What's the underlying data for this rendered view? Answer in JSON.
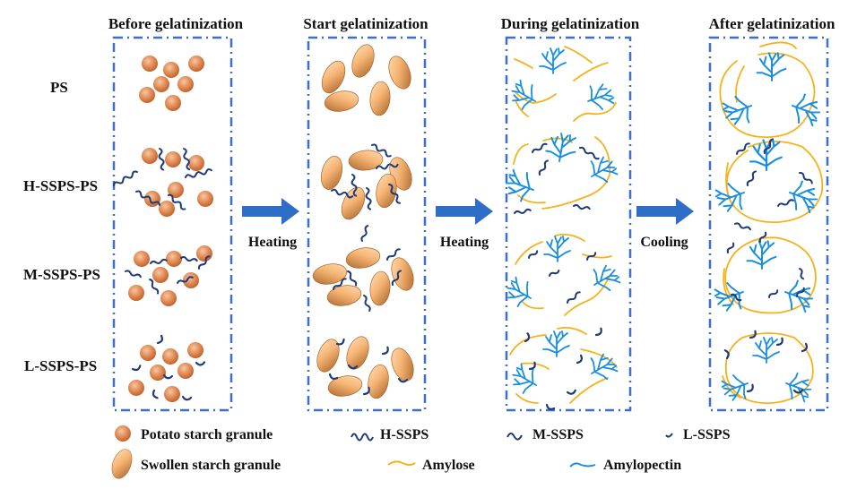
{
  "stages": [
    {
      "id": "before",
      "title": "Before gelatinization"
    },
    {
      "id": "start",
      "title": "Start gelatinization"
    },
    {
      "id": "during",
      "title": "During gelatinization"
    },
    {
      "id": "after",
      "title": "After gelatinization"
    }
  ],
  "samples": [
    "PS",
    "H-SSPS-PS",
    "M-SSPS-PS",
    "L-SSPS-PS"
  ],
  "transitions": [
    "Heating",
    "Heating",
    "Cooling"
  ],
  "legend": {
    "row1": [
      "Potato starch granule",
      "H-SSPS",
      "M-SSPS",
      "L-SSPS"
    ],
    "row2": [
      "Swollen starch granule",
      "Amylose",
      "Amylopectin"
    ]
  },
  "colors": {
    "box_border": "#3b6fd0",
    "arrow": "#2f6ec7",
    "granule": "#e08a50",
    "swollen": "#f4b271",
    "ssps": "#1f3a78",
    "amylose": "#f5b21d",
    "amylopectin": "#1a8fe0"
  }
}
